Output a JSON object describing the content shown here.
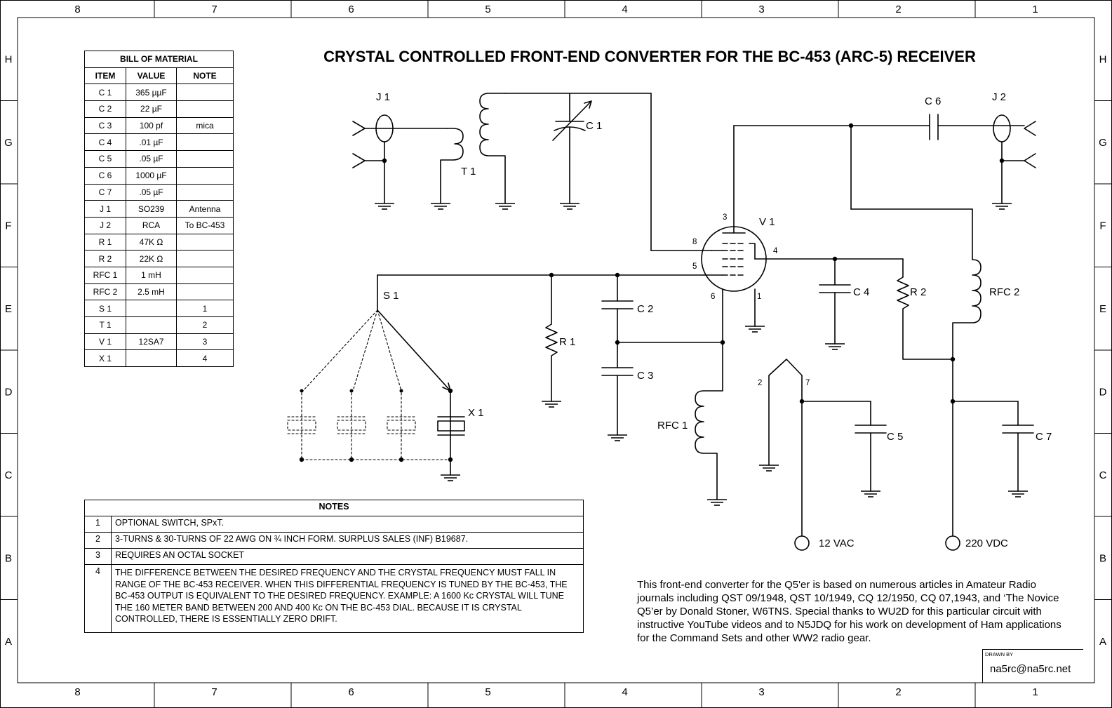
{
  "title": "CRYSTAL CONTROLLED FRONT-END CONVERTER FOR THE BC-453 (ARC-5) RECEIVER",
  "frame": {
    "columns": [
      "8",
      "7",
      "6",
      "5",
      "4",
      "3",
      "2",
      "1"
    ],
    "rows": [
      "H",
      "G",
      "F",
      "E",
      "D",
      "C",
      "B",
      "A"
    ]
  },
  "bom": {
    "heading": "BILL OF MATERIAL",
    "headers": [
      "ITEM",
      "VALUE",
      "NOTE"
    ],
    "rows": [
      [
        "C 1",
        "365 µµF",
        ""
      ],
      [
        "C 2",
        "22 µF",
        ""
      ],
      [
        "C 3",
        "100 pf",
        "mica"
      ],
      [
        "C 4",
        ".01 µF",
        ""
      ],
      [
        "C 5",
        ".05 µF",
        ""
      ],
      [
        "C 6",
        "1000 µF",
        ""
      ],
      [
        "C 7",
        ".05 µF",
        ""
      ],
      [
        "J 1",
        "SO239",
        "Antenna"
      ],
      [
        "J 2",
        "RCA",
        "To BC-453"
      ],
      [
        "R 1",
        "47K Ω",
        ""
      ],
      [
        "R 2",
        "22K Ω",
        ""
      ],
      [
        "RFC 1",
        "1 mH",
        ""
      ],
      [
        "RFC 2",
        "2.5 mH",
        ""
      ],
      [
        "S 1",
        "",
        "1"
      ],
      [
        "T 1",
        "",
        "2"
      ],
      [
        "V 1",
        "12SA7",
        "3"
      ],
      [
        "X 1",
        "",
        "4"
      ]
    ]
  },
  "notes": {
    "heading": "NOTES",
    "rows": [
      [
        "1",
        "OPTIONAL SWITCH, SPxT."
      ],
      [
        "2",
        "3-TURNS & 30-TURNS OF 22 AWG ON ¾ INCH FORM.  SURPLUS SALES (INF) B19687."
      ],
      [
        "3",
        "REQUIRES AN OCTAL SOCKET"
      ],
      [
        "4",
        "THE DIFFERENCE BETWEEN THE DESIRED FREQUENCY AND THE CRYSTAL FREQUENCY MUST FALL IN RANGE OF THE BC-453 RECEIVER.  WHEN THIS DIFFERENTIAL FREQUENCY IS TUNED BY THE BC-453, THE BC-453 OUTPUT IS EQUIVALENT TO THE DESIRED FREQUENCY.  EXAMPLE:  A 1600 Kc CRYSTAL WILL TUNE THE 160 METER BAND BETWEEN 200 AND 400 Kc ON THE BC-453 DIAL.  BECAUSE IT IS CRYSTAL CONTROLLED, THERE IS ESSENTIALLY ZERO DRIFT."
      ]
    ]
  },
  "credit": "This front-end converter for the Q5'er is based on numerous articles in Amateur Radio journals including QST 09/1948, QST 10/1949, CQ 12/1950, CQ 07,1943, and ‘The Novice Q5’er by Donald Stoner, W6TNS.  Special thanks to WU2D for this particular circuit with instructive YouTube videos and to N5JDQ for his work on development of Ham applications for the Command Sets and other WW2 radio gear.",
  "drawn_by": {
    "label": "DRAWN BY",
    "value": "na5rc@na5rc.net"
  },
  "labels": {
    "J1": "J 1",
    "J2": "J 2",
    "T1": "T 1",
    "C1": "C 1",
    "C2": "C 2",
    "C3": "C 3",
    "C4": "C 4",
    "C5": "C 5",
    "C6": "C 6",
    "C7": "C 7",
    "V1": "V 1",
    "R1": "R 1",
    "R2": "R 2",
    "RFC1": "RFC 1",
    "RFC2": "RFC 2",
    "S1": "S 1",
    "X1": "X 1",
    "pin3": "3",
    "pin8": "8",
    "pin5": "5",
    "pin4": "4",
    "pin6": "6",
    "pin1": "1",
    "pin2": "2",
    "pin7": "7",
    "vac": "12 VAC",
    "vdc": "220 VDC"
  }
}
